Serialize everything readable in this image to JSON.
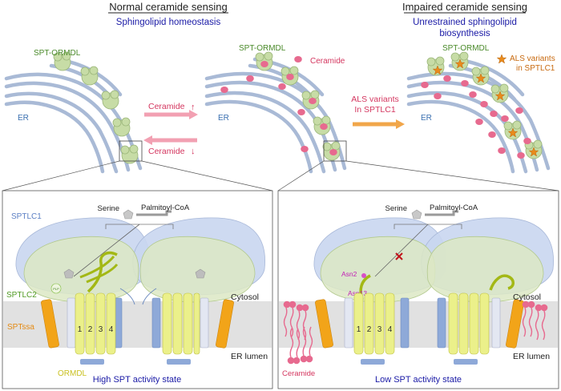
{
  "headers": {
    "left_title": "Normal ceramide sensing",
    "left_subtitle": "Sphingolipid homeostasis",
    "right_title": "Impaired ceramide sensing",
    "right_subtitle_line1": "Unrestrained sphingolipid",
    "right_subtitle_line2": "biosynthesis"
  },
  "top": {
    "spt_ormdl": "SPT-ORMDL",
    "er": "ER",
    "ceramide_legend": "Ceramide",
    "ceramide_up": "Ceramide",
    "ceramide_down": "Ceramide",
    "als_line1": "ALS variants",
    "als_line2": "In SPTLC1",
    "als_legend_line1": "ALS variants",
    "als_legend_line2": "in SPTLC1"
  },
  "panel_left": {
    "serine": "Serine",
    "palmitoyl_coa": "Palmitoyl-CoA",
    "sptlc1": "SPTLC1",
    "sptlc2": "SPTLC2",
    "sptssa": "SPTssa",
    "ormdl": "ORMDL",
    "cytosol": "Cytosol",
    "er_lumen": "ER lumen",
    "tm": [
      "1",
      "2",
      "3",
      "4"
    ],
    "plp": "PLP",
    "state": "High SPT activity state"
  },
  "panel_right": {
    "serine": "Serine",
    "palmitoyl_coa": "Palmitoyl-CoA",
    "asn2": "Asn2",
    "asn13": "Asn13",
    "ceramide": "Ceramide",
    "cytosol": "Cytosol",
    "er_lumen": "ER lumen",
    "tm": [
      "1",
      "2",
      "3",
      "4"
    ],
    "state": "Low SPT activity state"
  },
  "colors": {
    "title": "#222222",
    "subtitle_blue": "#1a1aa6",
    "spt_green": "#4a8a2a",
    "er_blue": "#3a6fb0",
    "ceramide_pink": "#e0557a",
    "als_orange": "#e07b12",
    "sptlc1_blue": "#c9d6ef",
    "sptlc2_green": "#dce8c4",
    "ormdl_yellow": "#ebf08a",
    "sptssa_orange": "#f2a419",
    "membrane_gray": "#e1e1e1",
    "helix_blue": "#8ea9d8",
    "asn_magenta": "#c21fb5",
    "block_red": "#c0141a"
  }
}
